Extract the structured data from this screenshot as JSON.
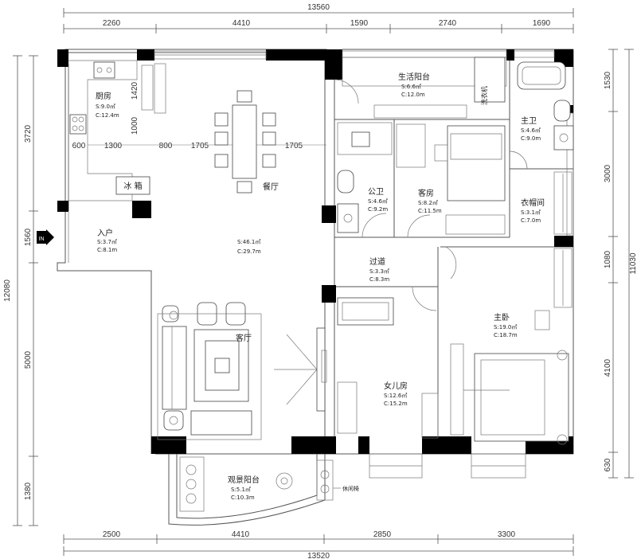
{
  "dimensions": {
    "top_total": "13560",
    "top": [
      "2260",
      "4410",
      "1590",
      "2740",
      "1690"
    ],
    "bottom_total": "13520",
    "bottom": [
      "2500",
      "4410",
      "2850",
      "3300"
    ],
    "left_total": "12080",
    "left": [
      "3720",
      "1560",
      "5000",
      "1380"
    ],
    "right_total": "11030",
    "right": [
      "1530",
      "3000",
      "1080",
      "4100",
      "630"
    ],
    "kitchen": [
      "1420",
      "1000",
      "600",
      "1300",
      "800"
    ],
    "dining": [
      "1705",
      "800",
      "1705"
    ]
  },
  "rooms": {
    "kitchen": {
      "name": "厨房",
      "s": "S:9.0㎡",
      "c": "C:12.4m"
    },
    "fridge": {
      "name": "冰 箱"
    },
    "entry": {
      "name": "入户",
      "s": "S:3.7㎡",
      "c": "C:8.1m"
    },
    "dining": {
      "name": "餐厅"
    },
    "main": {
      "s": "S:46.1㎡",
      "c": "C:29.7m"
    },
    "living": {
      "name": "客厅"
    },
    "balcony_service": {
      "name": "生活阳台",
      "s": "S:6.6㎡",
      "c": "C:12.0m"
    },
    "washer": {
      "name": "洗衣机"
    },
    "bath_public": {
      "name": "公卫",
      "s": "S:4.6㎡",
      "c": "C:9.2m"
    },
    "guest": {
      "name": "客房",
      "s": "S:8.2㎡",
      "c": "C:11.5m"
    },
    "bath_master": {
      "name": "主卫",
      "s": "S:4.6㎡",
      "c": "C:9.0m"
    },
    "closet": {
      "name": "衣帽间",
      "s": "S:3.1㎡",
      "c": "C:7.0m"
    },
    "hall": {
      "name": "过道",
      "s": "S:3.3㎡",
      "c": "C:8.3m"
    },
    "master": {
      "name": "主卧",
      "s": "S:19.0㎡",
      "c": "C:18.7m"
    },
    "daughter": {
      "name": "女儿房",
      "s": "S:12.6㎡",
      "c": "C:15.2m"
    },
    "balcony_view": {
      "name": "观景阳台",
      "s": "S:5.1㎡",
      "c": "C:10.3m"
    },
    "leisure": {
      "name": "休闲椅"
    }
  },
  "entry_marker": "IN"
}
